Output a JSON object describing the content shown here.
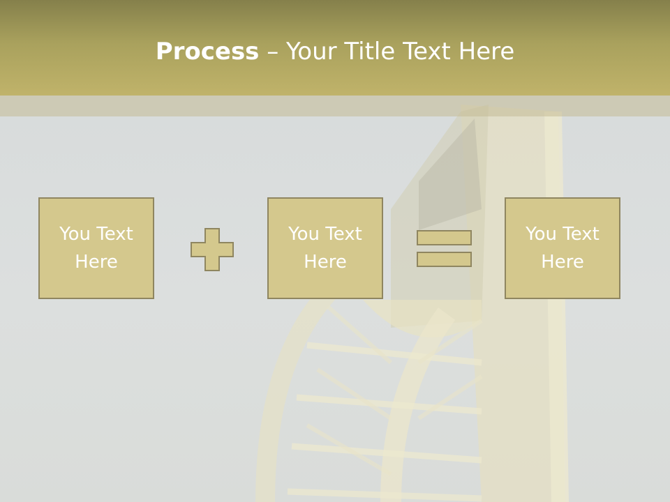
{
  "slide": {
    "title_bold": "Process",
    "title_rest": " – Your Title Text Here"
  },
  "process": {
    "boxes": [
      {
        "text": "You Text Here"
      },
      {
        "text": "You Text Here"
      },
      {
        "text": "You Text Here"
      }
    ],
    "operators": [
      "plus-icon",
      "equals-icon"
    ]
  },
  "colors": {
    "header_top": "#85804b",
    "header_bottom": "#c0b36a",
    "box_fill": "#d4c88d",
    "box_border": "#8f8660"
  }
}
